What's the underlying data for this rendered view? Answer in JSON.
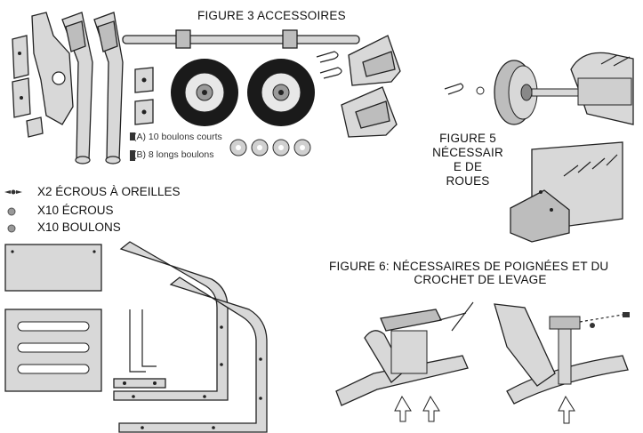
{
  "figure3": {
    "title": "FIGURE 3 ACCESSOIRES",
    "bolts_short": "(A) 10 boulons courts",
    "bolts_long": "(B) 8 longs boulons"
  },
  "legend": {
    "wing_nuts": "X2 ÉCROUS À OREILLES",
    "nuts": "X10 ÉCROUS",
    "bolts": "X10 BOULONS"
  },
  "figure5": {
    "line1": "FIGURE 5",
    "line2": "NÉCESSAIR",
    "line3": "E DE",
    "line4": "ROUES"
  },
  "figure6": {
    "line1": "FIGURE 6: NÉCESSAIRES DE POIGNÉES ET DU",
    "line2": "CROCHET DE LEVAGE"
  },
  "colors": {
    "ink": "#111111",
    "part_fill": "#d8d8d8",
    "tire_fill": "#1a1a1a"
  }
}
